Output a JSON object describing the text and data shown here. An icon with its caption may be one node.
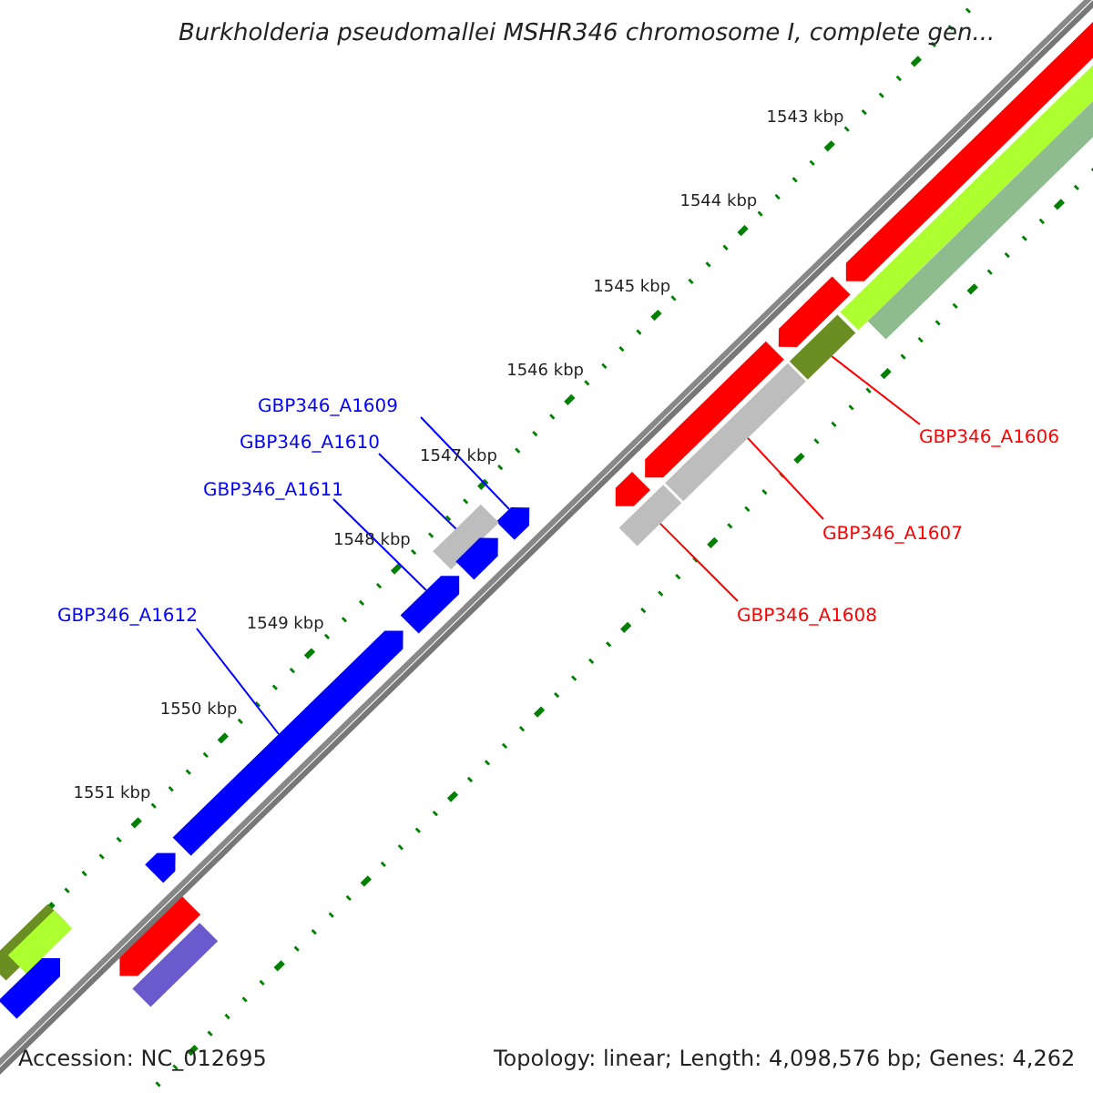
{
  "diagram": {
    "title": "Burkholderia pseudomallei MSHR346 chromosome I, complete gen...",
    "nodes": [
      {
        "text": [
          "GBP346_A1609"
        ]
      },
      {
        "text": [
          "GBP346_A1610"
        ]
      },
      {
        "text": [
          "GBP346_A1611"
        ]
      },
      {
        "text": [
          "GBP346_A1612"
        ]
      },
      {
        "text": [
          "GBP346_A1606"
        ]
      },
      {
        "text": [
          "GBP346_A1607"
        ]
      },
      {
        "text": [
          "GBP346_A1608"
        ]
      },
      {
        "text": [],
        "shape": "bar"
      },
      {
        "text": [],
        "shape": "bar"
      },
      {
        "text": [],
        "shape": "bar"
      },
      {
        "text": [],
        "shape": "bar"
      },
      {
        "text": [],
        "shape": "bar"
      },
      {
        "text": [],
        "shape": "bar"
      },
      {
        "text": [],
        "shape": "bar"
      },
      {
        "text": [],
        "shape": "bar"
      },
      {
        "text": [],
        "shape": "bar"
      },
      {
        "text": [],
        "shape": "bar"
      },
      {
        "text": [],
        "shape": "bar"
      },
      {
        "text": [],
        "shape": "bar"
      },
      {
        "text": [],
        "shape": "bar"
      },
      {
        "text": [],
        "shape": "bar"
      },
      {
        "text": [],
        "shape": "bar"
      },
      {
        "text": [],
        "shape": "bar"
      },
      {
        "text": [],
        "shape": "bar"
      },
      {
        "text": [],
        "shape": "bar"
      },
      {
        "text": [],
        "shape": "bar"
      },
      {
        "text": [],
        "shape": "bar"
      }
    ],
    "edges": [
      {
        "from": 0,
        "to": 16,
        "arrow": "none"
      },
      {
        "from": 1,
        "to": 17,
        "arrow": "none"
      },
      {
        "from": 2,
        "to": 19,
        "arrow": "none"
      },
      {
        "from": 3,
        "to": 20,
        "arrow": "none"
      },
      {
        "from": 4,
        "to": 11,
        "arrow": "none",
        "color": "#ff0000"
      },
      {
        "from": 5,
        "to": 13,
        "arrow": "none",
        "color": "#ff0000"
      },
      {
        "from": 6,
        "to": 15,
        "arrow": "none",
        "color": "#ff0000"
      }
    ],
    "labels": [
      "1543 kbp",
      "1544 kbp",
      "1545 kbp",
      "1546 kbp",
      "1547 kbp",
      "1548 kbp",
      "1549 kbp",
      "1550 kbp",
      "1551 kbp",
      "Accession: NC_012695",
      "Topology: linear; Length: 4,098,576 bp; Genes: 4,262"
    ]
  }
}
